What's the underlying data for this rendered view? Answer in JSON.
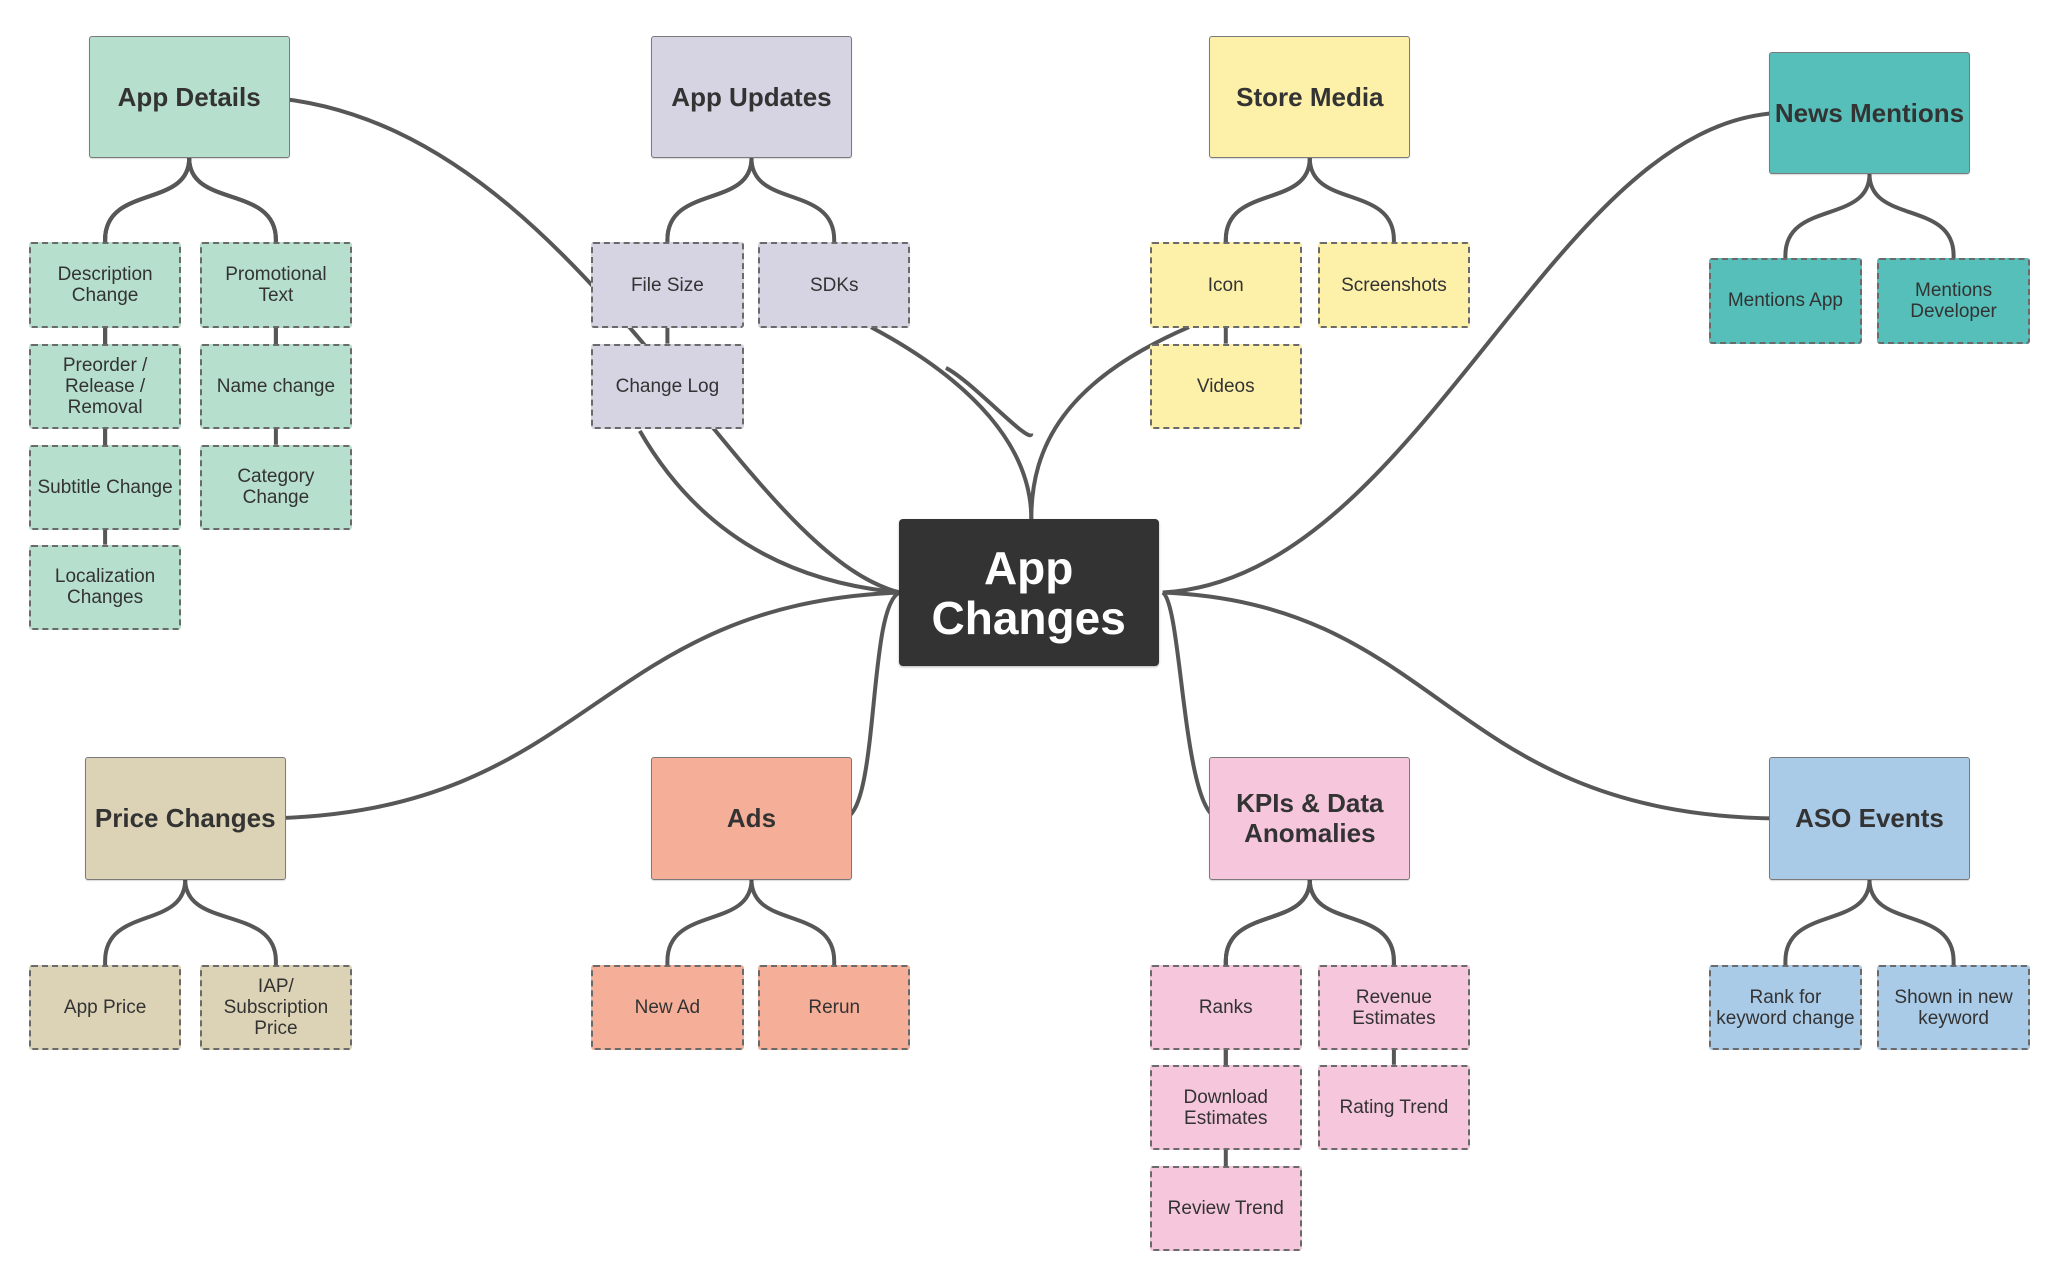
{
  "center": {
    "label": "App\nChanges"
  },
  "colors": {
    "center": "#333333",
    "wire": "#575757",
    "app_details": "#b7dfcd",
    "app_updates": "#d6d3e2",
    "store_media": "#fdf0a9",
    "news_mentions": "#56bfba",
    "price_changes": "#dcd3b6",
    "ads": "#f5ae97",
    "kpis": "#f5c6dc",
    "aso_events": "#a9cbe8"
  },
  "groups": [
    {
      "id": "app_details",
      "label": "App Details",
      "leaves": [
        "Description Change",
        "Promotional Text",
        "Preorder / Release / Removal",
        "Name change",
        "Subtitle Change",
        "Category Change",
        "Localization Changes"
      ]
    },
    {
      "id": "app_updates",
      "label": "App Updates",
      "leaves": [
        "File Size",
        "SDKs",
        "Change Log"
      ]
    },
    {
      "id": "store_media",
      "label": "Store Media",
      "leaves": [
        "Icon",
        "Screenshots",
        "Videos"
      ]
    },
    {
      "id": "news_mentions",
      "label": "News Mentions",
      "leaves": [
        "Mentions App",
        "Mentions Developer"
      ]
    },
    {
      "id": "price_changes",
      "label": "Price Changes",
      "leaves": [
        "App Price",
        "IAP/ Subscription Price"
      ]
    },
    {
      "id": "ads",
      "label": "Ads",
      "leaves": [
        "New Ad",
        "Rerun"
      ]
    },
    {
      "id": "kpis",
      "label": "KPIs & Data Anomalies",
      "leaves": [
        "Ranks",
        "Revenue Estimates",
        "Download Estimates",
        "Rating Trend",
        "Review Trend"
      ]
    },
    {
      "id": "aso_events",
      "label": "ASO Events",
      "leaves": [
        "Rank for keyword change",
        "Shown in new keyword"
      ]
    }
  ]
}
